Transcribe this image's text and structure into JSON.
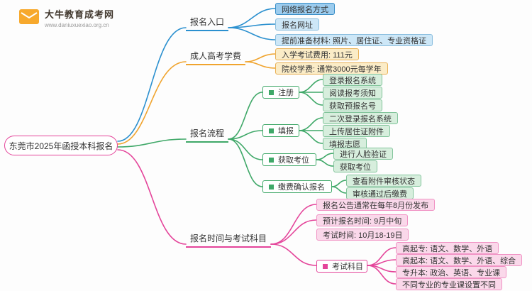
{
  "colors": {
    "blue": "#2b90cf",
    "orange": "#f0a42e",
    "green": "#3fa868",
    "pink": "#e4449a"
  },
  "logo": {
    "title": "大牛教育成考网",
    "url": "www.daniuxuexiao.org.cn"
  },
  "root": {
    "label": "东莞市2025年函授本科报名"
  },
  "entry": {
    "label": "报名入口",
    "children": [
      "网络报名方式",
      "报名网址",
      "提前准备材料: 照片、居住证、专业资格证"
    ]
  },
  "tuition": {
    "label": "成人高考学费",
    "children": [
      "入学考试费用: 111元",
      "院校学费: 通常3000元每学年"
    ]
  },
  "process": {
    "label": "报名流程",
    "steps": [
      {
        "label": "注册",
        "children": [
          "登录报名系统",
          "阅读报考须知",
          "获取预报名号"
        ]
      },
      {
        "label": "填报",
        "children": [
          "二次登录报名系统",
          "上传居住证附件",
          "填报志愿"
        ]
      },
      {
        "label": "获取考位",
        "children": [
          "进行人脸验证",
          "获取考位"
        ]
      },
      {
        "label": "缴费确认报名",
        "children": [
          "查看附件审核状态",
          "审核通过后缴费"
        ]
      }
    ]
  },
  "schedule": {
    "label": "报名时间与考试科目",
    "children": [
      "报名公告通常在每年8月份发布",
      "预计报名时间: 9月中旬",
      "考试时间: 10月18-19日"
    ],
    "subjects": {
      "label": "考试科目",
      "children": [
        "高起专: 语文、数学、外语",
        "高起本: 语文、数学、外语、综合",
        "专升本: 政治、英语、专业课",
        "不同专业的专业课设置不同"
      ]
    }
  }
}
